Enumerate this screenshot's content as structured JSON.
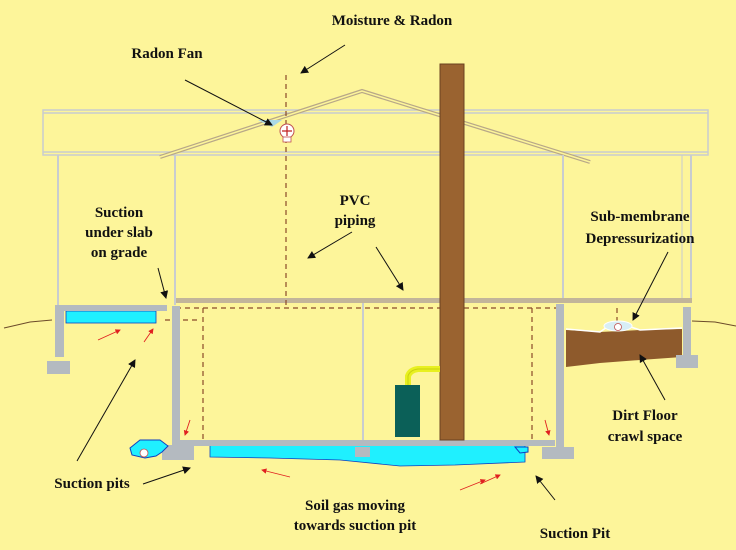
{
  "labels": {
    "moisture_radon": "Moisture & Radon",
    "radon_fan": "Radon Fan",
    "pvc_1": "PVC",
    "pvc_2": "piping",
    "suction_slab_1": "Suction",
    "suction_slab_2": "under slab",
    "suction_slab_3": "on grade",
    "submembrane_1": "Sub-membrane",
    "submembrane_2": "Depressurization",
    "dirt_1": "Dirt Floor",
    "dirt_2": "crawl space",
    "suction_pits": "Suction pits",
    "soil_gas_1": "Soil gas moving",
    "soil_gas_2": "towards suction pit",
    "suction_pit": "Suction Pit"
  },
  "colors": {
    "background": "#fdf59a",
    "concrete": "#b4bac0",
    "gravel": "#1ff0ff",
    "dirt": "#8e5a2c",
    "chimney": "#9a6330",
    "furnace": "#0b6058",
    "pipe": "#8a4a2a"
  }
}
